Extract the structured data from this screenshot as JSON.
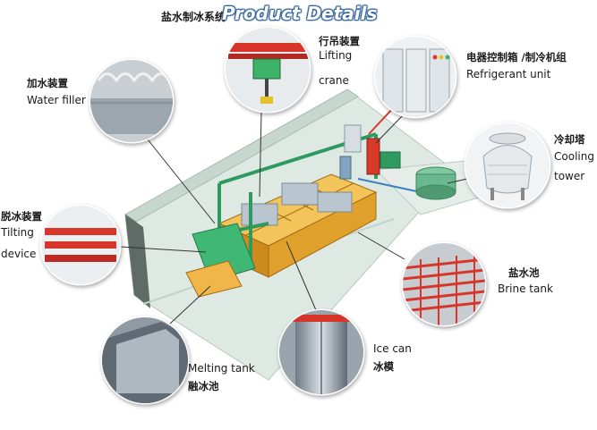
{
  "title": {
    "cn": "盐水制冰系统",
    "en": "Product Details"
  },
  "callouts": {
    "lifting_crane": {
      "cn": "行吊装置",
      "en_line1": "Lifting",
      "en_line2": "crane"
    },
    "refrigerant_unit": {
      "cn": "电器控制箱 /制冷机组",
      "en": "Refrigerant unit"
    },
    "water_filler": {
      "cn": "加水装置",
      "en": "Water filler"
    },
    "cooling_tower": {
      "cn": "冷却塔",
      "en_line1": "Cooling",
      "en_line2": "tower"
    },
    "tilting_device": {
      "cn": "脱冰装置",
      "en_line1": "Tilting",
      "en_line2": "device"
    },
    "brine_tank": {
      "cn": "盐水池",
      "en": "Brine tank"
    },
    "ice_can": {
      "en": "Ice can",
      "cn": "冰模"
    },
    "melting_tank": {
      "en": "Melting tank",
      "cn": "融冰池"
    }
  },
  "colors": {
    "floor": "#dde9e2",
    "wall": "#c7d6cf",
    "tank": "#e0a12c",
    "frame": "#35a86a",
    "leader": "#333333"
  }
}
